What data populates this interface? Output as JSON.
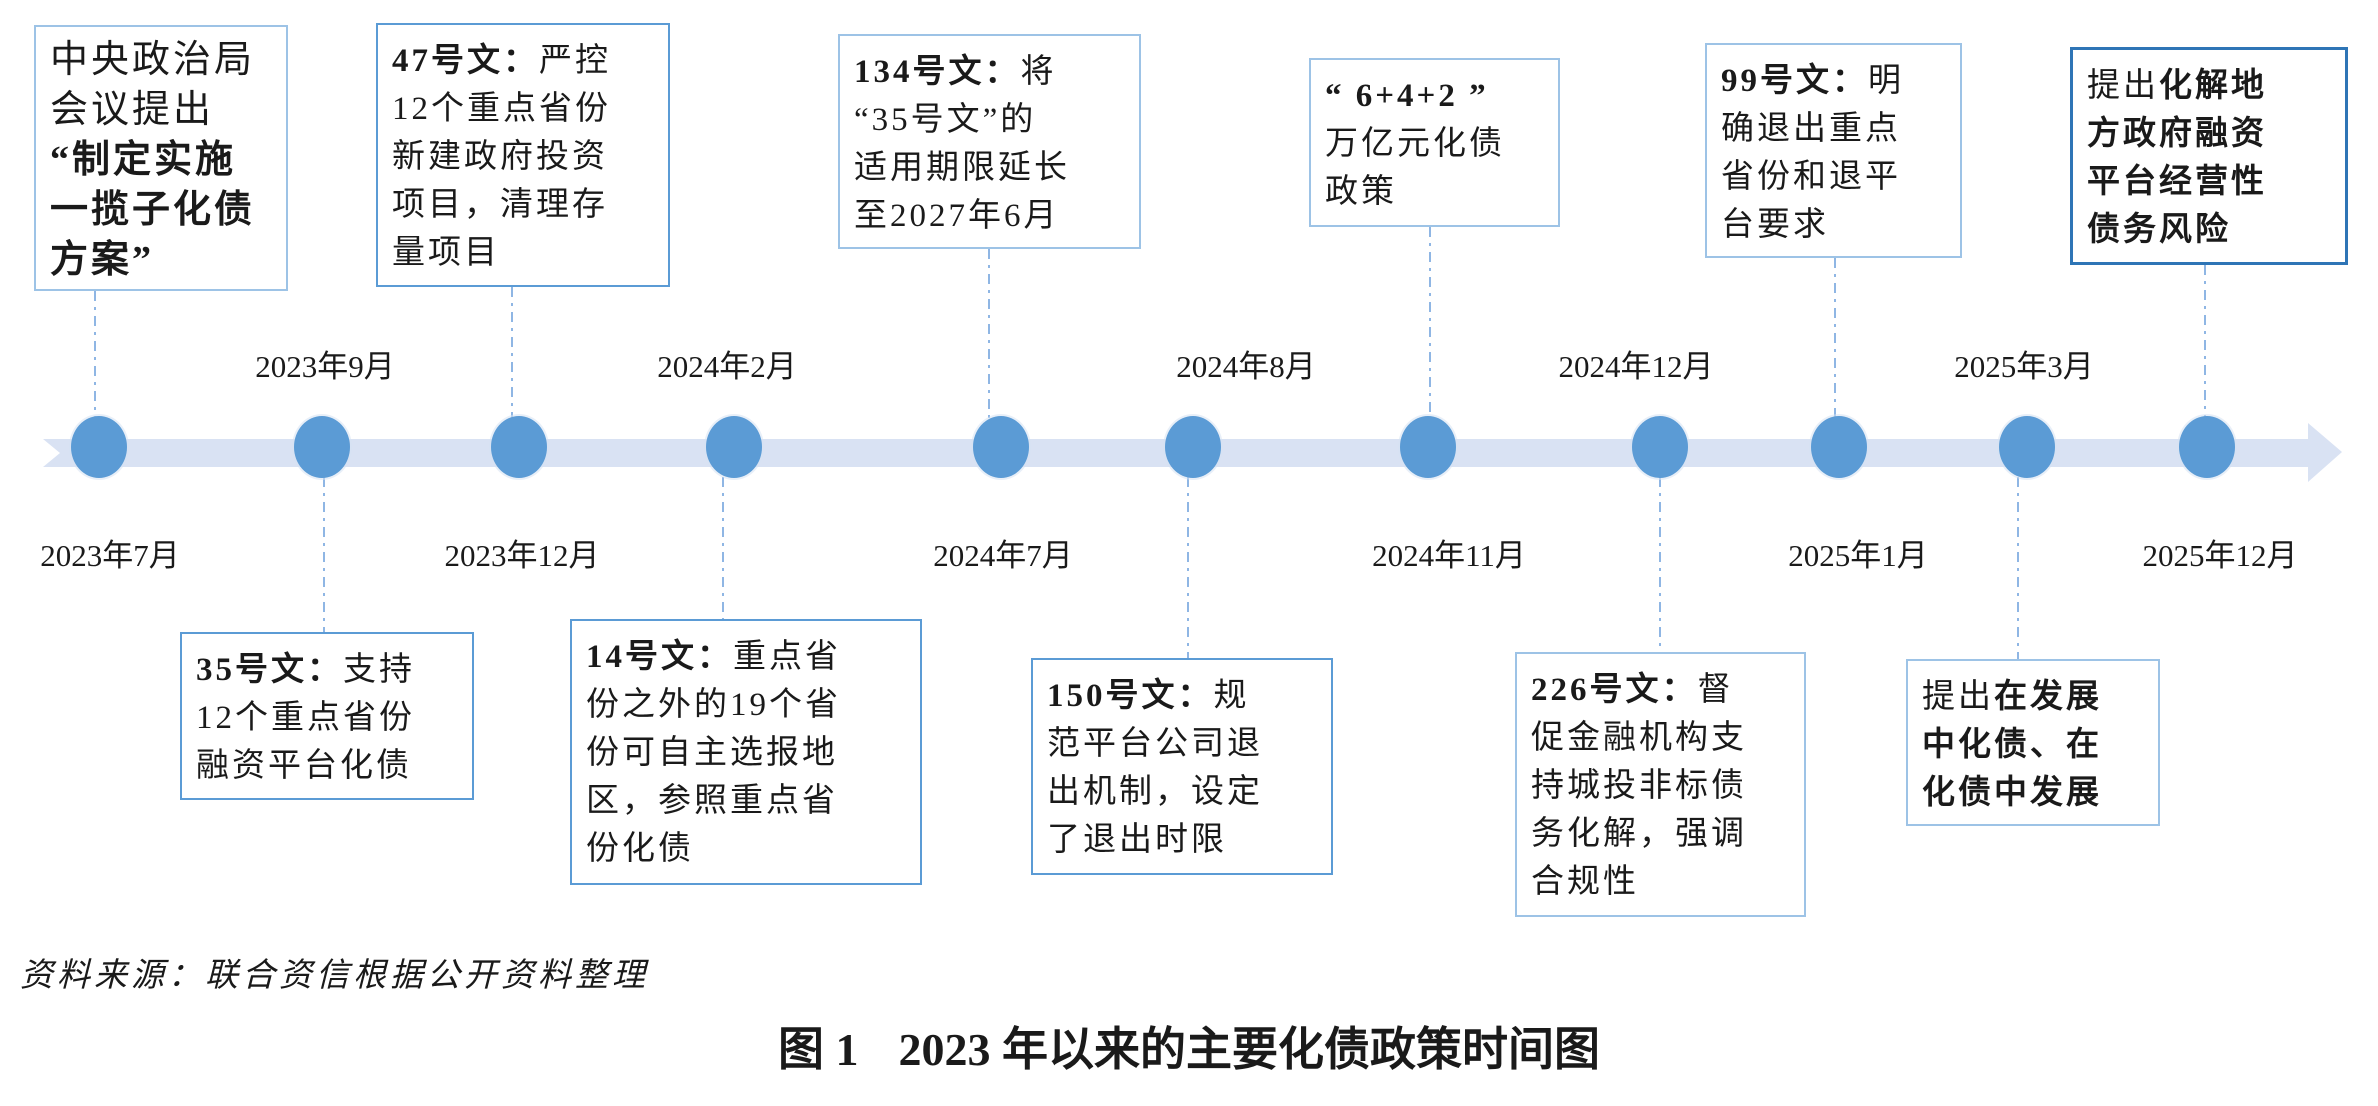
{
  "colors": {
    "node_fill": "#5B9BD5",
    "band_fill": "#D9E2F3",
    "connector": "#8FB6E4",
    "border_light": "#9DC3E6",
    "border_medium": "#5B9BD5",
    "border_dark": "#2E75B6",
    "text": "#1A1A1A"
  },
  "timeline": {
    "type": "horizontal-arrow",
    "start_label": "2023年7月",
    "end_label": "2025年12月"
  },
  "events": [
    {
      "date": "2023年7月",
      "date_position": "below",
      "box_position": "above",
      "text": {
        "pre": "中央政治局\n会议提出\n",
        "bold": "“制定实施\n一揽子化债\n方案”",
        "post": ""
      }
    },
    {
      "date": "2023年9月",
      "date_position": "above",
      "box_position": "below",
      "text": {
        "pre": "",
        "bold": "35号文：",
        "post": "支持\n12个重点省份\n融资平台化债"
      }
    },
    {
      "date": "2023年12月",
      "date_position": "below",
      "box_position": "above",
      "text": {
        "pre": "",
        "bold": "47号文：",
        "post": "严控\n12个重点省份\n新建政府投资\n项目，清理存\n量项目"
      }
    },
    {
      "date": "2024年2月",
      "date_position": "above",
      "box_position": "below",
      "text": {
        "pre": "",
        "bold": "14号文：",
        "post": "重点省\n份之外的19个省\n份可自主选报地\n区，参照重点省\n份化债"
      }
    },
    {
      "date": "2024年7月",
      "date_position": "below",
      "box_position": "above",
      "text": {
        "pre": "",
        "bold": "134号文：",
        "post": "将\n“35号文”的\n适用期限延长\n至2027年6月"
      }
    },
    {
      "date": "2024年8月",
      "date_position": "above",
      "box_position": "below",
      "text": {
        "pre": "",
        "bold": "150号文：",
        "post": "规\n范平台公司退\n出机制，设定\n了退出时限"
      }
    },
    {
      "date": "2024年11月",
      "date_position": "below",
      "box_position": "above",
      "text": {
        "pre": "",
        "bold": "“ 6+4+2 ”",
        "post": "\n万亿元化债\n政策"
      }
    },
    {
      "date": "2024年12月",
      "date_position": "above",
      "box_position": "below",
      "text": {
        "pre": "",
        "bold": "226号文：",
        "post": "督\n促金融机构支\n持城投非标债\n务化解，强调\n合规性"
      }
    },
    {
      "date": "2025年1月",
      "date_position": "below",
      "box_position": "above",
      "text": {
        "pre": "",
        "bold": "99号文：",
        "post": "明\n确退出重点\n省份和退平\n台要求"
      }
    },
    {
      "date": "2025年3月",
      "date_position": "above",
      "box_position": "below",
      "text": {
        "pre": "提出",
        "bold": "在发展\n中化债、在\n化债中发展",
        "post": ""
      }
    },
    {
      "date": "2025年12月",
      "date_position": "below",
      "box_position": "above",
      "text": {
        "pre": "提出",
        "bold": "化解地\n方政府融资\n平台经营性\n债务风险",
        "post": ""
      }
    }
  ],
  "footer": {
    "source": "资料来源：联合资信根据公开资料整理"
  },
  "caption": {
    "label": "图 1",
    "title": "2023 年以来的主要化债政策时间图"
  }
}
